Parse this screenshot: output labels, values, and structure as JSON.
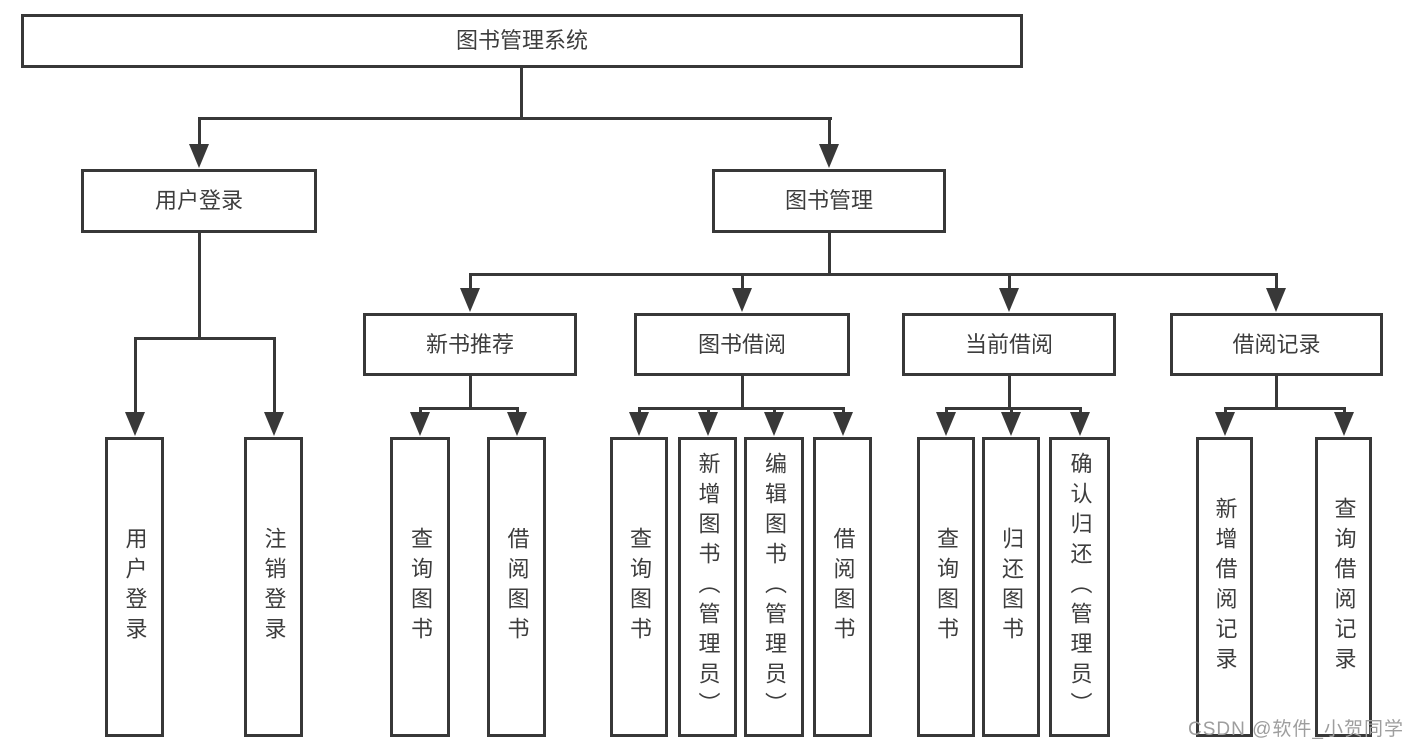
{
  "diagram": {
    "root": {
      "label": "图书管理系统"
    },
    "level2": {
      "user_login": {
        "label": "用户登录"
      },
      "book_mgmt": {
        "label": "图书管理"
      }
    },
    "level3": {
      "new_books": {
        "label": "新书推荐"
      },
      "book_borrow": {
        "label": "图书借阅"
      },
      "current_borrow": {
        "label": "当前借阅"
      },
      "borrow_records": {
        "label": "借阅记录"
      }
    },
    "leaves": {
      "user_login_login": "用户登录",
      "user_login_logout": "注销登录",
      "new_books_query": "查询图书",
      "new_books_borrow": "借阅图书",
      "borrow_query": "查询图书",
      "borrow_add": "新增图书（管理员）",
      "borrow_edit": "编辑图书（管理员）",
      "borrow_borrow": "借阅图书",
      "current_query": "查询图书",
      "current_return": "归还图书",
      "current_confirm": "确认归还（管理员）",
      "records_add": "新增借阅记录",
      "records_query": "查询借阅记录"
    }
  },
  "watermark": {
    "text": "CSDN @软件_小贺同学"
  },
  "colors": {
    "line": "#383838",
    "text": "#3d3d3d",
    "watermark": "#9e9e9e",
    "background": "#ffffff"
  }
}
